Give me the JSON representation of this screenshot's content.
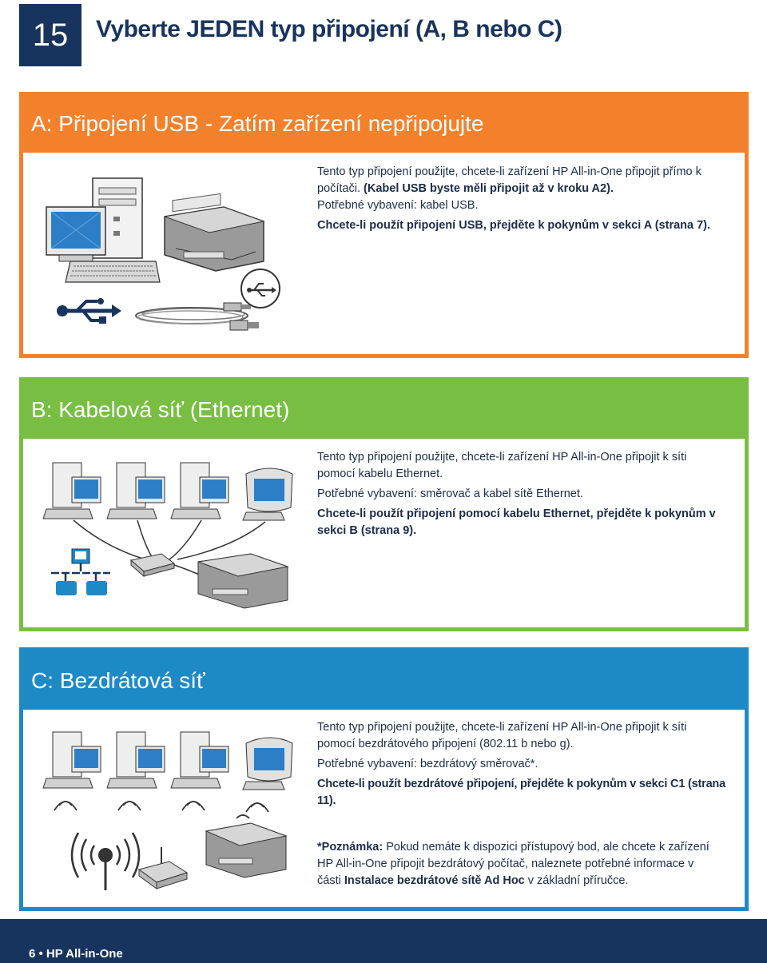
{
  "header": {
    "step_number": "15",
    "title": "Vyberte JEDEN typ připojení (A, B nebo C)"
  },
  "colors": {
    "navy": "#17345e",
    "orange": "#f3812b",
    "green": "#78be42",
    "blue": "#1d8ac6"
  },
  "section_a": {
    "title": "A: Připojení USB - Zatím zařízení nepřipojujte",
    "line1": "Tento typ připojení použijte, chcete-li zařízení HP All-in-One připojit přímo k",
    "line2_plain": "počítači. ",
    "line2_bold": "(Kabel USB byste měli připojit až v kroku A2).",
    "line3": "Potřebné vybavení: kabel USB.",
    "line4": "Chcete-li použít připojení USB, přejděte k pokynům v sekci A (strana 7)."
  },
  "section_b": {
    "title": "B: Kabelová síť (Ethernet)",
    "line1": "Tento typ připojení použijte, chcete-li zařízení HP All-in-One připojit k síti",
    "line2": "pomocí kabelu Ethernet.",
    "line3": "Potřebné vybavení: směrovač a kabel sítě Ethernet.",
    "line4": "Chcete-li použít připojení pomocí kabelu Ethernet, přejděte k pokynům v",
    "line5": "sekci B (strana 9)."
  },
  "section_c": {
    "title": "C: Bezdrátová síť",
    "line1": "Tento typ připojení použijte, chcete-li zařízení HP All-in-One připojit k síti",
    "line2": "pomocí bezdrátového připojení (802.11 b nebo g).",
    "line3": "Potřebné vybavení: bezdrátový směrovač*.",
    "line4": "Chcete-li použít bezdrátové připojení, přejděte k pokynům v sekci C1 (strana 11).",
    "note_label": "*Poznámka:",
    "note_line1": " Pokud nemáte k dispozici přístupový bod, ale chcete k zařízení",
    "note_line2": "HP All-in-One připojit bezdrátový počítač, naleznete potřebné informace v",
    "note_line3_a": "části ",
    "note_line3_b": "Instalace bezdrátové sítě Ad Hoc",
    "note_line3_c": " v základní příručce."
  },
  "footer": {
    "page": "6 • HP All-in-One"
  }
}
